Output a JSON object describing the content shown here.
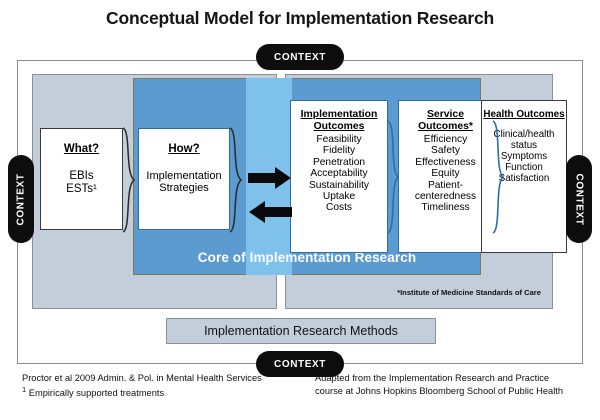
{
  "title": "Conceptual Model for Implementation Research",
  "colors": {
    "panel_gray": "#c4cdda",
    "core_blue": "#5b9bd0",
    "strip_light_blue": "#7ec2ec",
    "pill_black": "#0d0d0d",
    "frame_gray": "#8d8d8d",
    "box_border_blue": "#2f6ea5",
    "box_border_dark": "#3a3a3a",
    "core_label_text": "#ffffff"
  },
  "context_labels": {
    "top": "CONTEXT",
    "bottom": "CONTEXT",
    "left": "CONTEXT",
    "right": "CONTEXT"
  },
  "core_label": "Core of Implementation Research",
  "iom_note": "*Institute of Medicine Standards of Care",
  "methods_bar": "Implementation Research Methods",
  "boxes": {
    "what": {
      "header": "What?",
      "items": [
        "EBIs",
        "ESTs¹"
      ]
    },
    "how": {
      "header": "How?",
      "items": [
        "Implementation",
        "Strategies"
      ]
    },
    "implementation_outcomes": {
      "header_line1": "Implementation",
      "header_line2": "Outcomes",
      "items": [
        "Feasibility",
        "Fidelity",
        "Penetration",
        "Acceptability",
        "Sustainability",
        "Uptake",
        "Costs"
      ]
    },
    "service_outcomes": {
      "header_line1": "Service",
      "header_line2": "Outcomes*",
      "items": [
        "Efficiency",
        "Safety",
        "Effectiveness",
        "Equity",
        "Patient-",
        "centeredness",
        "Timeliness"
      ]
    },
    "health_outcomes": {
      "header": "Health Outcomes",
      "items": [
        "Clinical/health",
        "status",
        "Symptoms",
        "Function",
        "Satisfaction"
      ]
    }
  },
  "arrows": {
    "top_direction": "right",
    "bottom_direction": "left"
  },
  "footer": {
    "left_line1": "Proctor et al 2009 Admin. & Pol. in Mental Health Services",
    "left_line2_sup": "1",
    "left_line2": " Empirically supported treatments",
    "right_line1": "Adapted from the Implementation Research and Practice",
    "right_line2": "course at Johns Hopkins Bloomberg School of Public Health"
  }
}
